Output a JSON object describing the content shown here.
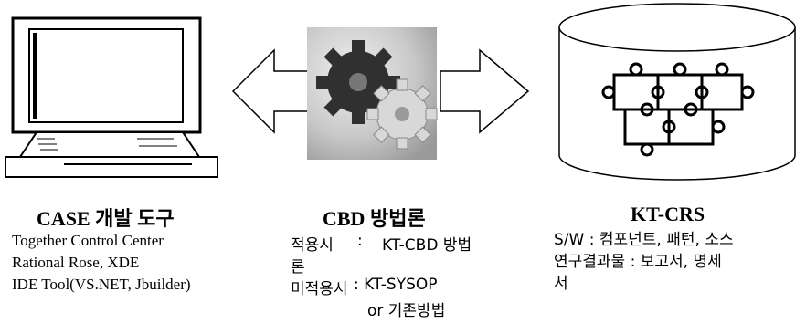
{
  "case_tools": {
    "title": "CASE 개발 도구",
    "items": [
      "Together Control Center",
      "Rational Rose, XDE",
      "IDE Tool(VS.NET, Jbuilder)"
    ]
  },
  "cbd_method": {
    "title": "CBD 방법론",
    "applied_label": "적용시",
    "applied_sep": ":",
    "applied_value_1": "KT-CBD 방법",
    "applied_value_2": "론",
    "not_applied_label": "미적용시",
    "not_applied_value_1": ": KT-SYSOP",
    "not_applied_value_2": "or 기존방법"
  },
  "kt_crs": {
    "title": "KT-CRS",
    "line1": "S/W : 컴포넌트, 패턴, 소스",
    "line2": "연구결과물  :  보고서,  명세",
    "line3": "서"
  }
}
